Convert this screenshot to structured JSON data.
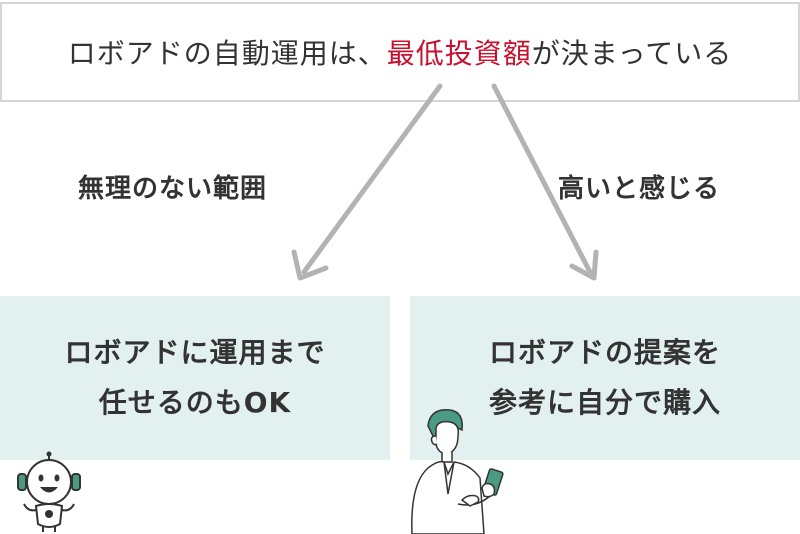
{
  "header": {
    "text_before": "ロボアドの自動運用は、",
    "highlight": "最低投資額",
    "text_after": "が決まっている"
  },
  "branches": {
    "left_label": "無理のない範囲",
    "right_label": "高いと感じる"
  },
  "cards": {
    "left": {
      "line1": "ロボアドに運用まで",
      "line2": "任せるのもOK"
    },
    "right": {
      "line1": "ロボアドの提案を",
      "line2": "参考に自分で購入"
    }
  },
  "colors": {
    "highlight": "#c8102e",
    "card_bg": "#e2f1ef",
    "arrow": "#b3b3b3",
    "accent_green": "#4a9a84"
  },
  "icons": {
    "left_illustration": "robot-icon",
    "right_illustration": "person-smartphone-icon"
  }
}
